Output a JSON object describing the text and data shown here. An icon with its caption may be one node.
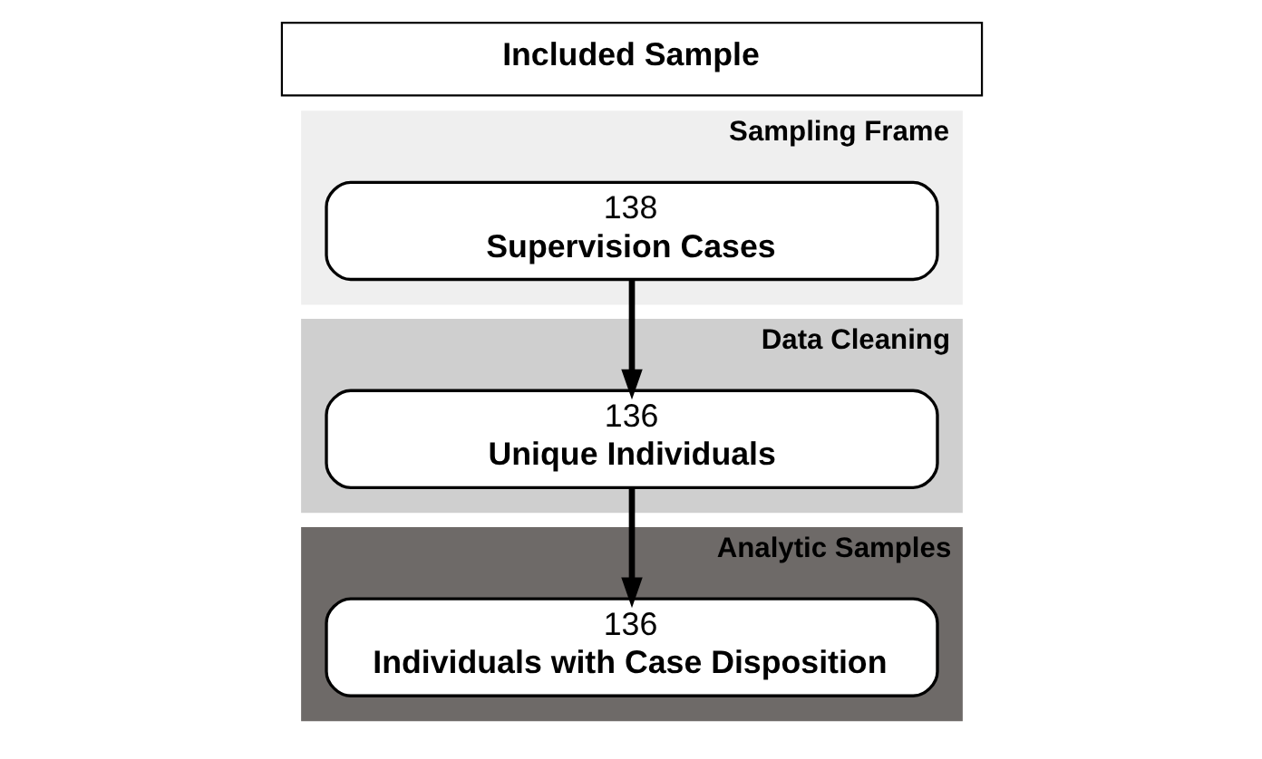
{
  "diagram": {
    "nodes": [
      {
        "text": [
          "Included Sample"
        ]
      },
      {
        "text": [
          "Sampling Frame"
        ]
      },
      {
        "text": [
          "138",
          "Supervision Cases"
        ],
        "in": 1
      },
      {
        "text": [
          "Data Cleaning"
        ]
      },
      {
        "text": [
          "136",
          "Unique Individuals"
        ],
        "in": 3
      },
      {
        "text": [
          "Analytic Samples"
        ]
      },
      {
        "text": [
          "136",
          "Individuals with Case Disposition"
        ],
        "in": 5
      }
    ],
    "edges": [
      {
        "from": 2,
        "to": 4,
        "arrow": "to"
      },
      {
        "from": 4,
        "to": 6,
        "arrow": "to"
      }
    ]
  }
}
